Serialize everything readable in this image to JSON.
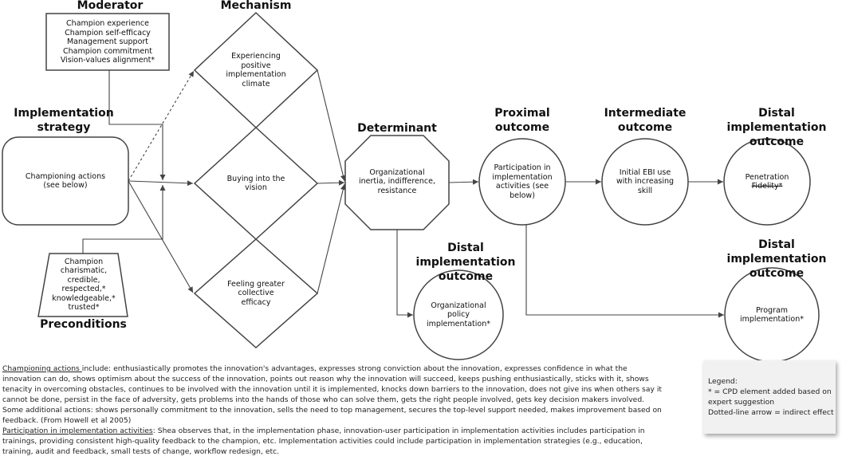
{
  "headings": {
    "moderator": "Moderator",
    "mechanism": "Mechanism",
    "strategy": "Implementation strategy",
    "determinant": "Determinant",
    "proximal": "Proximal outcome",
    "intermediate": "Intermediate outcome",
    "distal_1": "Distal implementation outcome",
    "distal_2": "Distal implementation outcome",
    "distal_3": "Distal implementation outcome",
    "preconditions": "Preconditions"
  },
  "nodes": {
    "moderator_lines": [
      "Champion experience",
      "Champion self-efficacy",
      "Management support",
      "Champion commitment",
      "Vision-values alignment*"
    ],
    "strategy": "Championing actions (see below)",
    "preconditions": "Champion charismatic, credible, respected,* knowledgeable,* trusted*",
    "mechanism_1": "Experiencing positive implementation climate",
    "mechanism_2": "Buying into the vision",
    "mechanism_3": "Feeling greater collective efficacy",
    "determinant": "Organizational inertia, indifference, resistance",
    "proximal": "Participation in implementation activities (see below)",
    "intermediate": "Initial EBI use with increasing skill",
    "distal_penetration": "Penetration",
    "distal_fidelity": "Fidelity*",
    "distal_policy": "Organizational policy implementation*",
    "distal_program": "Program implementation*"
  },
  "notes": {
    "championing_label": "Championing actions ",
    "championing_text": "include: enthusiastically promotes the innovation's advantages, expresses strong conviction about the innovation, expresses confidence in what the innovation can do, shows optimism about the success of the innovation, points out reason why the innovation will succeed, keeps pushing enthusiastically, sticks with it, shows tenacity in overcoming obstacles, continues to be involved with the innovation until it is implemented, knocks down barriers to the innovation, does not give ins when others say it cannot be done, persist in the face of adversity, gets problems into the hands of those who can solve them, gets the right people involved, gets key decision makers involved. Some additional actions: shows personally commitment to the innovation, sells the need to top management, secures the top-level support needed, makes improvement based on feedback. (From Howell et al 2005)",
    "participation_label": "Participation in implementation activities",
    "participation_text": ":  Shea observes that, in the implementation phase, innovation-user participation in implementation activities includes participation in trainings, providing consistent high-quality feedback to the champion, etc. Implementation activities could include participation in implementation strategies (e.g., education, training, audit and feedback, small tests of change, workflow redesign, etc."
  },
  "legend": {
    "title": "Legend:",
    "line1": "* =  CPD element added based on",
    "line2": "expert suggestion",
    "line3": "Dotted-line arrow = indirect effect"
  }
}
